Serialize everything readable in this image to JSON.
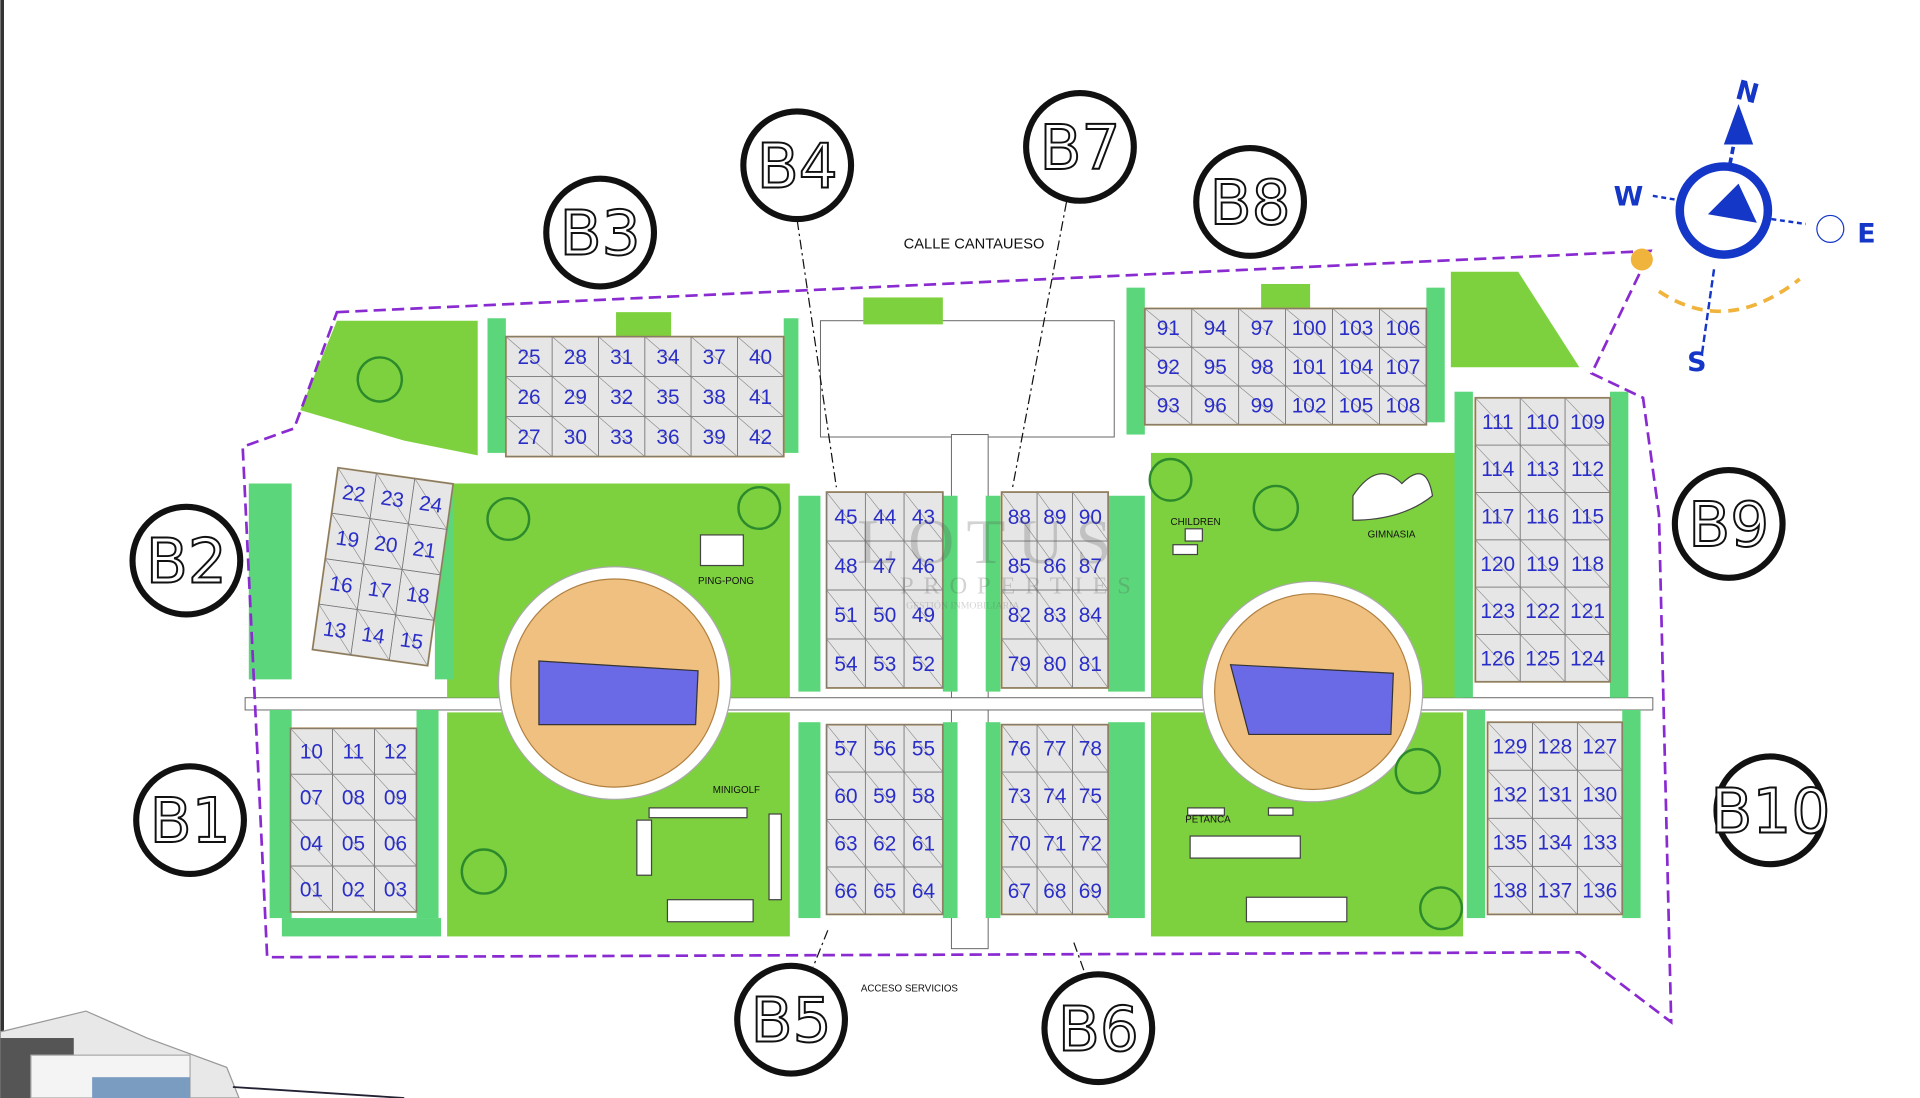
{
  "street_label": "CALLE CANTAUESO",
  "service_access_label": "ACCESO SERVICIOS",
  "amenities": {
    "ping_pong": "PING-PONG",
    "minigolf": "MINIGOLF",
    "children": "CHILDREN",
    "gym": "GIMNASIA",
    "petanque": "PETANCA"
  },
  "compass": {
    "north": "N",
    "south": "S",
    "east": "E",
    "west": "W",
    "color": "#1537c8",
    "sun_color": "#f0b43c"
  },
  "watermark": {
    "line1": "LOTUS",
    "line2": "PROPERTIES",
    "line3": "GESTIÓN INMOBILIARIA"
  },
  "colors": {
    "boundary": "#8a2bd2",
    "lawn": "#7dd13e",
    "hedge": "#5cd67a",
    "building": "#e6e6e6",
    "unit_text": "#2a2ec8",
    "pool": "#6a6ae6",
    "pool_deck": "#f0c080"
  },
  "blocks": [
    {
      "id": "B1",
      "label": "B1",
      "rows": [
        [
          "10",
          "11",
          "12"
        ],
        [
          "07",
          "08",
          "09"
        ],
        [
          "04",
          "05",
          "06"
        ],
        [
          "01",
          "02",
          "03"
        ]
      ]
    },
    {
      "id": "B2",
      "label": "B2",
      "rows": [
        [
          "22",
          "23",
          "24"
        ],
        [
          "19",
          "20",
          "21"
        ],
        [
          "16",
          "17",
          "18"
        ],
        [
          "13",
          "14",
          "15"
        ]
      ]
    },
    {
      "id": "B3",
      "label": "B3",
      "rows": [
        [
          "25",
          "28",
          "31",
          "34",
          "37",
          "40"
        ],
        [
          "26",
          "29",
          "32",
          "35",
          "38",
          "41"
        ],
        [
          "27",
          "30",
          "33",
          "36",
          "39",
          "42"
        ]
      ]
    },
    {
      "id": "B4",
      "label": "B4",
      "rows": [
        [
          "45",
          "44",
          "43"
        ],
        [
          "48",
          "47",
          "46"
        ],
        [
          "51",
          "50",
          "49"
        ],
        [
          "54",
          "53",
          "52"
        ]
      ]
    },
    {
      "id": "B5",
      "label": "B5",
      "rows": [
        [
          "57",
          "56",
          "55"
        ],
        [
          "60",
          "59",
          "58"
        ],
        [
          "63",
          "62",
          "61"
        ],
        [
          "66",
          "65",
          "64"
        ]
      ]
    },
    {
      "id": "B6",
      "label": "B6",
      "rows": [
        [
          "76",
          "77",
          "78"
        ],
        [
          "73",
          "74",
          "75"
        ],
        [
          "70",
          "71",
          "72"
        ],
        [
          "67",
          "68",
          "69"
        ]
      ]
    },
    {
      "id": "B7",
      "label": "B7",
      "rows": [
        [
          "88",
          "89",
          "90"
        ],
        [
          "85",
          "86",
          "87"
        ],
        [
          "82",
          "83",
          "84"
        ],
        [
          "79",
          "80",
          "81"
        ]
      ]
    },
    {
      "id": "B8",
      "label": "B8",
      "rows": [
        [
          "91",
          "94",
          "97",
          "100",
          "103",
          "106"
        ],
        [
          "92",
          "95",
          "98",
          "101",
          "104",
          "107"
        ],
        [
          "93",
          "96",
          "99",
          "102",
          "105",
          "108"
        ]
      ]
    },
    {
      "id": "B9",
      "label": "B9",
      "rows": [
        [
          "111",
          "110",
          "109"
        ],
        [
          "114",
          "113",
          "112"
        ],
        [
          "117",
          "116",
          "115"
        ],
        [
          "120",
          "119",
          "118"
        ],
        [
          "123",
          "122",
          "121"
        ],
        [
          "126",
          "125",
          "124"
        ]
      ]
    },
    {
      "id": "B10",
      "label": "B10",
      "rows": [
        [
          "129",
          "128",
          "127"
        ],
        [
          "132",
          "131",
          "130"
        ],
        [
          "135",
          "134",
          "133"
        ],
        [
          "138",
          "137",
          "136"
        ]
      ]
    }
  ]
}
